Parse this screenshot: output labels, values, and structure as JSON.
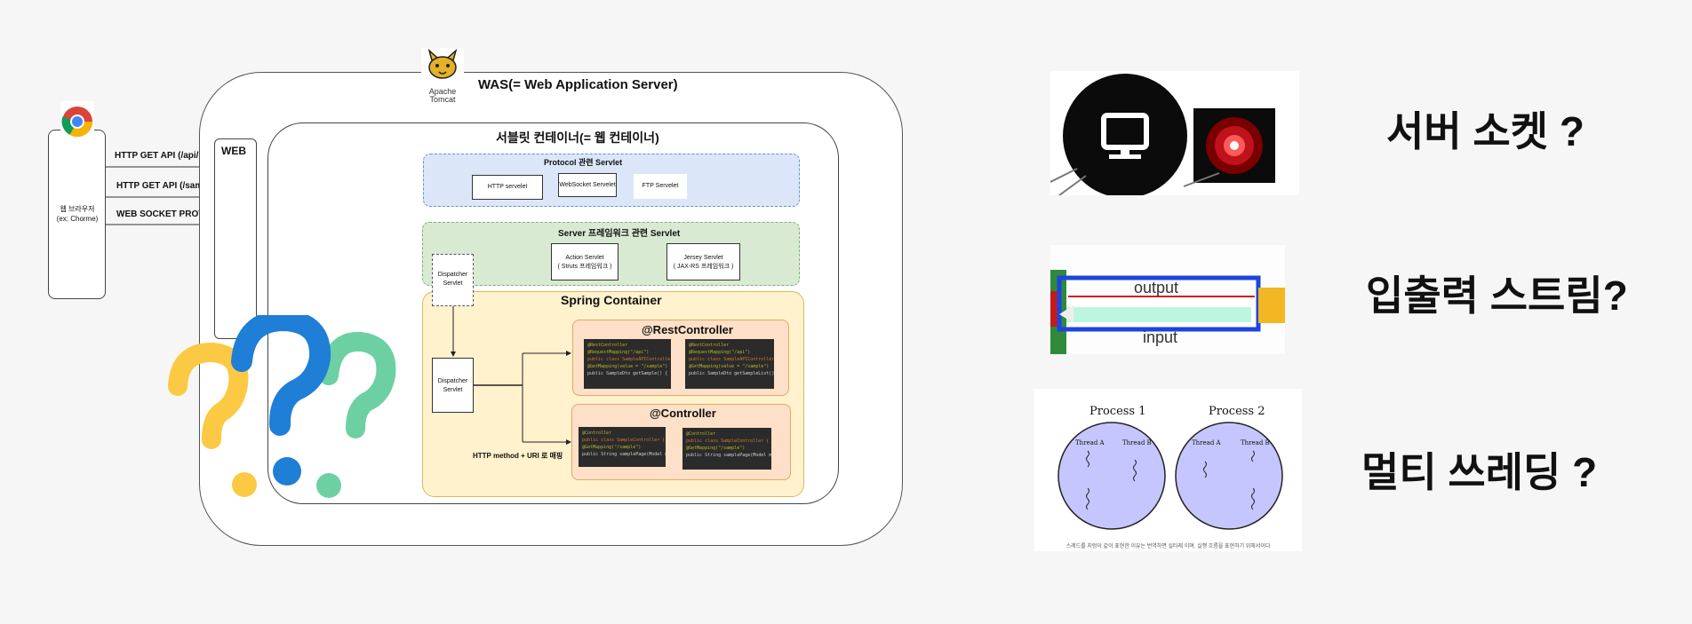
{
  "browser": {
    "label_line1": "웹 브라우저",
    "label_line2": "(ex: Chorme)"
  },
  "requests": [
    {
      "label": "HTTP GET API (/api/sample)"
    },
    {
      "label": "HTTP GET API (/sample )"
    },
    {
      "label": "WEB SOCKET PROTOCOL"
    }
  ],
  "web_label": "WEB",
  "was": {
    "title": "WAS(= Web Application Server)",
    "logo_line1": "Apache",
    "logo_line2": "Tomcat"
  },
  "servlet_container": {
    "title": "서블릿 컨테이너(= 웹 컨테이너)"
  },
  "protocol_group": {
    "title": "Protocol 관련 Servlet",
    "items": [
      "HTTP servelet",
      "WebSocket Servelet",
      "FTP Servelet"
    ]
  },
  "framework_group": {
    "title": "Server 프레임워크 관련 Servlet",
    "items": [
      {
        "line1": "Action Servlet",
        "line2": "( Struts 프레임워크 )"
      },
      {
        "line1": "Jersey Servlet",
        "line2": "( JAX-RS 프레임워크 )"
      }
    ]
  },
  "dispatcher_top": {
    "line1": "Dispatcher",
    "line2": "Servlet"
  },
  "spring": {
    "title": "Spring Container",
    "dispatcher": {
      "line1": "Dispatcher",
      "line2": "Servlet"
    },
    "mapping_label": "HTTP method + URI 로 매핑",
    "rest_title": "@RestController",
    "controller_title": "@Controller",
    "rest_code_a": [
      "@RestController",
      "@RequestMapping(\"/api\")",
      "public class SampleAPIController {",
      "",
      "  @GetMapping(value = \"/sample\")",
      "  public SampleDto getSample() {"
    ],
    "rest_code_b": [
      "@RestController",
      "@RequestMapping(\"/api\")",
      "public class SampleAPIController {",
      "",
      "  @GetMapping(value = \"/sample\")",
      "  public SampleDto getSampleList() {"
    ],
    "ctrl_code_a": [
      "@Controller",
      "public class SampleController {",
      "",
      "  @GetMapping(\"/sample\")",
      "  public String samplePage(Model model) {"
    ],
    "ctrl_code_b": [
      "@Controller",
      "public class SampleController {",
      "",
      "  @GetMapping(\"/sample\")",
      "  public String samplePage(Model model) {"
    ]
  },
  "right_panel": {
    "server_img_label": "server",
    "topics": [
      "서버 소켓 ?",
      "입출력 스트림?",
      "멀티 쓰레딩 ?"
    ],
    "stream_output": "output",
    "stream_input": "input",
    "process1": "Process 1",
    "process2": "Process 2",
    "thread_a": "Thread A",
    "thread_b": "Thread B",
    "process_caption": "스레드를 지렁이 같이 표현한 이유는 번역하면 실타래 이며, 실행 흐름을 표현하기 위해서이다"
  }
}
